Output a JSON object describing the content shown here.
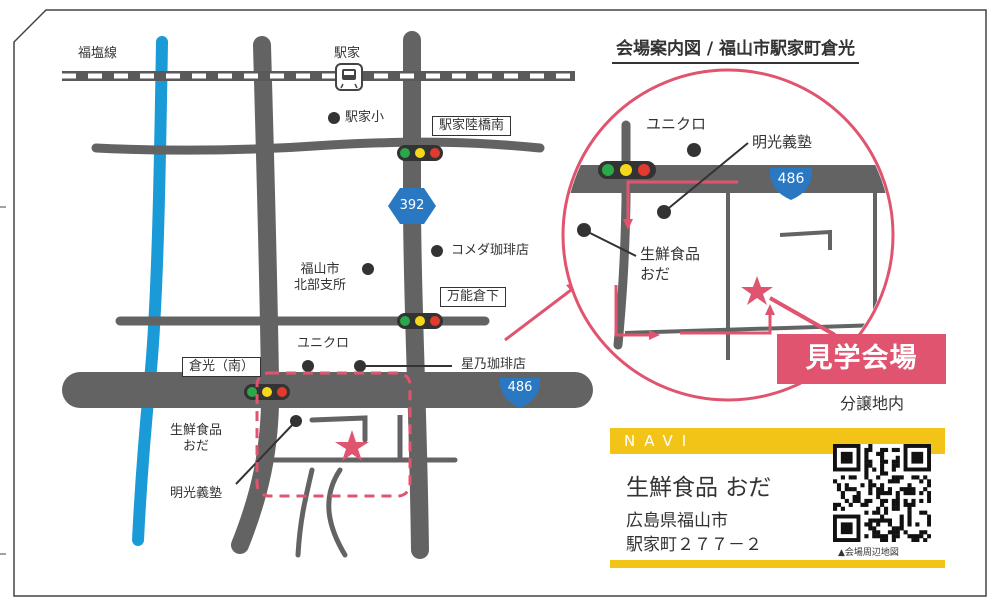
{
  "title": "会場案内図 / 福山市駅家町倉光",
  "colors": {
    "road": "#636363",
    "rail": "#5a5a5a",
    "river": "#1a9ad6",
    "route_badge": "#2a78c2",
    "accent": "#e05470",
    "navi_yellow": "#f2c417",
    "text": "#333333"
  },
  "main_map": {
    "rail_line_label": "福塩線",
    "station_label": "駅家",
    "station_icon": "train-station-icon",
    "route_392": "392",
    "route_486": "486",
    "poi": {
      "school": "駅家小",
      "komeda": "コメダ珈琲店",
      "city_office": "福山市\n北部支所",
      "uniqlo": "ユニクロ",
      "hoshino": "星乃珈琲店",
      "supermarket": "生鮮食品\nおだ",
      "juku": "明光義塾"
    },
    "intersections": {
      "ekiya_rikkyo": "駅家陸橋南",
      "mannokura": "万能倉下",
      "kuramitsu": "倉光（南）"
    }
  },
  "inset_map": {
    "uniqlo": "ユニクロ",
    "juku": "明光義塾",
    "route_486": "486",
    "supermarket": "生鮮食品\nおだ"
  },
  "venue": {
    "label": "見学会場",
    "sub": "分譲地内"
  },
  "navi": {
    "header": "NAVI",
    "name": "生鮮食品 おだ",
    "address_line1": "広島県福山市",
    "address_line2": "駅家町２７７－２",
    "qr_caption": "▲会場周辺地図"
  }
}
